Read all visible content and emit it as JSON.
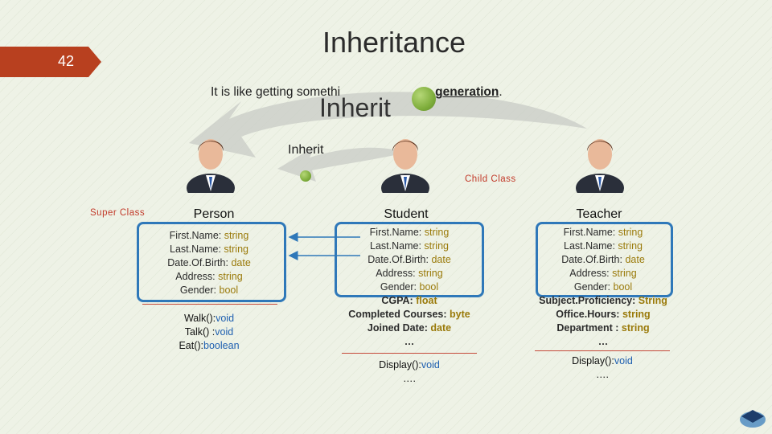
{
  "slide": {
    "number": "42",
    "title": "Inheritance"
  },
  "subtitle": {
    "text_before": "It is like getting somethi",
    "underlined": "generation",
    "text_after": "."
  },
  "labels": {
    "inherit_large": "Inherit",
    "inherit_small": "Inherit",
    "child_class": "Child Class",
    "super_class": "Super Class"
  },
  "classes": [
    {
      "name": "Person",
      "properties": [
        {
          "name": "First.Name:",
          "type": "string"
        },
        {
          "name": "Last.Name:",
          "type": "string"
        },
        {
          "name": "Date.Of.Birth:",
          "type": "date"
        },
        {
          "name": "Address:",
          "type": "string"
        },
        {
          "name": "Gender:",
          "type": "bool"
        }
      ],
      "methods": [
        {
          "name": "Walk():",
          "type": "void"
        },
        {
          "name": "Talk() :",
          "type": "void"
        },
        {
          "name": "Eat():",
          "type": "boolean"
        }
      ]
    },
    {
      "name": "Student",
      "properties": [
        {
          "name": "First.Name:",
          "type": "string"
        },
        {
          "name": "Last.Name:",
          "type": "string"
        },
        {
          "name": "Date.Of.Birth:",
          "type": "date"
        },
        {
          "name": "Address:",
          "type": "string"
        },
        {
          "name": "Gender:",
          "type": "bool"
        }
      ],
      "extra": [
        {
          "name": "CGPA:",
          "type": "float"
        },
        {
          "name": "Completed Courses:",
          "type": "byte"
        },
        {
          "name": "Joined Date:",
          "type": "date"
        },
        {
          "name": "…",
          "type": ""
        }
      ],
      "methods": [
        {
          "name": "Display():",
          "type": "void"
        },
        {
          "name": "….",
          "type": ""
        }
      ]
    },
    {
      "name": "Teacher",
      "properties": [
        {
          "name": "First.Name:",
          "type": "string"
        },
        {
          "name": "Last.Name:",
          "type": "string"
        },
        {
          "name": "Date.Of.Birth:",
          "type": "date"
        },
        {
          "name": "Address:",
          "type": "string"
        },
        {
          "name": "Gender:",
          "type": "bool"
        }
      ],
      "extra": [
        {
          "name": "Subject.Proficiency:",
          "type": "String"
        },
        {
          "name": "Office.Hours:",
          "type": "string"
        },
        {
          "name": "Department :",
          "type": "string"
        },
        {
          "name": "…",
          "type": ""
        }
      ],
      "methods": [
        {
          "name": "Display():",
          "type": "void"
        },
        {
          "name": "….",
          "type": ""
        }
      ]
    }
  ],
  "colors": {
    "accent_tab": "#b8401f",
    "box_border": "#2f78b9",
    "type_highlight": "#9a7a0a",
    "method_type": "#1e5fb0",
    "label_red": "#c23a2a"
  }
}
